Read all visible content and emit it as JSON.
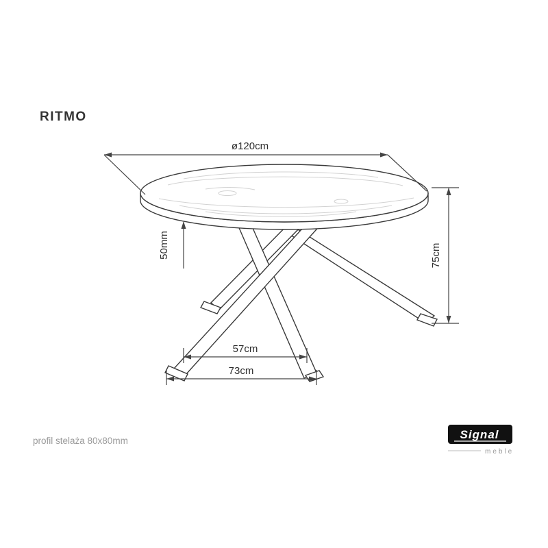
{
  "page": {
    "title": "RITMO"
  },
  "diagram": {
    "dimensions": {
      "diameter_label": "ø120cm",
      "thickness_label": "50mm",
      "height_label": "75cm",
      "inner_width_label": "57cm",
      "outer_width_label": "73cm"
    },
    "notes": {
      "frame_profile": "profil stelaża 80x80mm"
    }
  },
  "brand": {
    "logo_text": "Signal",
    "logo_subtext": "meble"
  },
  "colors": {
    "line": "#3a3a3a",
    "dimension_line": "#444444",
    "muted_text": "#9a9a9a",
    "grain": "#d2d2d2",
    "logo_background": "#111111",
    "logo_foreground": "#ffffff"
  }
}
